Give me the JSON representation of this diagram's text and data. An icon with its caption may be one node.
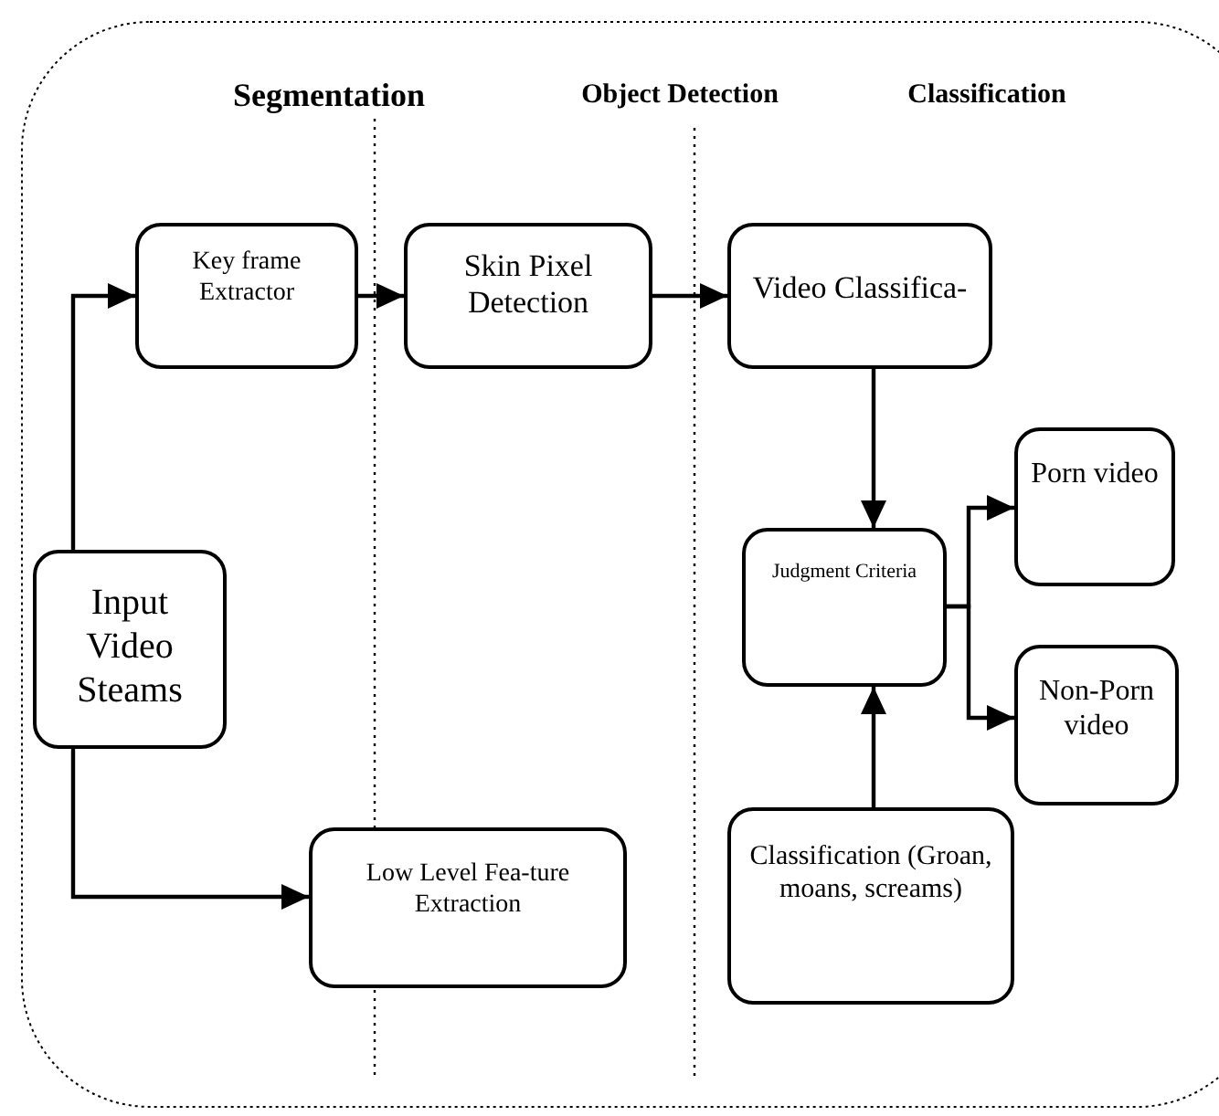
{
  "diagram": {
    "nodes": [
      {
        "text": [
          "Key frame Extractor"
        ]
      },
      {
        "text": [
          "Skin Pixel Detection"
        ]
      },
      {
        "text": [
          "Video Classifica-"
        ]
      },
      {
        "text": [
          "Porn video"
        ]
      },
      {
        "text": [
          "Judgment Criteria"
        ]
      },
      {
        "text": [
          "Input Video Steams"
        ]
      },
      {
        "text": [
          "Non-Porn video"
        ]
      },
      {
        "text": [
          "Low Level Fea-ture Extraction"
        ]
      },
      {
        "text": [
          "Classification (Groan, moans, screams)"
        ]
      }
    ],
    "edges": [
      {
        "from": 5,
        "to": 0,
        "arrow": "to"
      },
      {
        "from": 5,
        "to": 7,
        "arrow": "to"
      },
      {
        "from": 0,
        "to": 1,
        "arrow": "to"
      },
      {
        "from": 1,
        "to": 2,
        "arrow": "to"
      },
      {
        "from": 2,
        "to": 4,
        "arrow": "to"
      },
      {
        "from": 8,
        "to": 4,
        "arrow": "to"
      },
      {
        "from": 4,
        "to": 3,
        "arrow": "to"
      },
      {
        "from": 4,
        "to": 6,
        "arrow": "to"
      }
    ],
    "labels": [
      "Segmentation",
      "Object Detection",
      "Classification"
    ]
  }
}
